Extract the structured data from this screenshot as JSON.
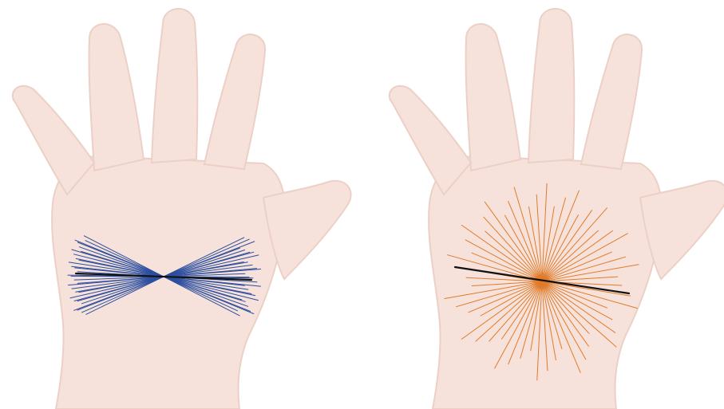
{
  "figure": {
    "panels": [
      {
        "name": "left-hand",
        "line_color": "#2c4e9e",
        "main_line_color": "#111111",
        "line_count": 30
      },
      {
        "name": "right-hand",
        "line_color": "#e07b2a",
        "main_line_color": "#111111",
        "line_count": 28
      }
    ],
    "skin_color": "#f6e2da",
    "skin_shadow_color": "#ecd0c6"
  }
}
